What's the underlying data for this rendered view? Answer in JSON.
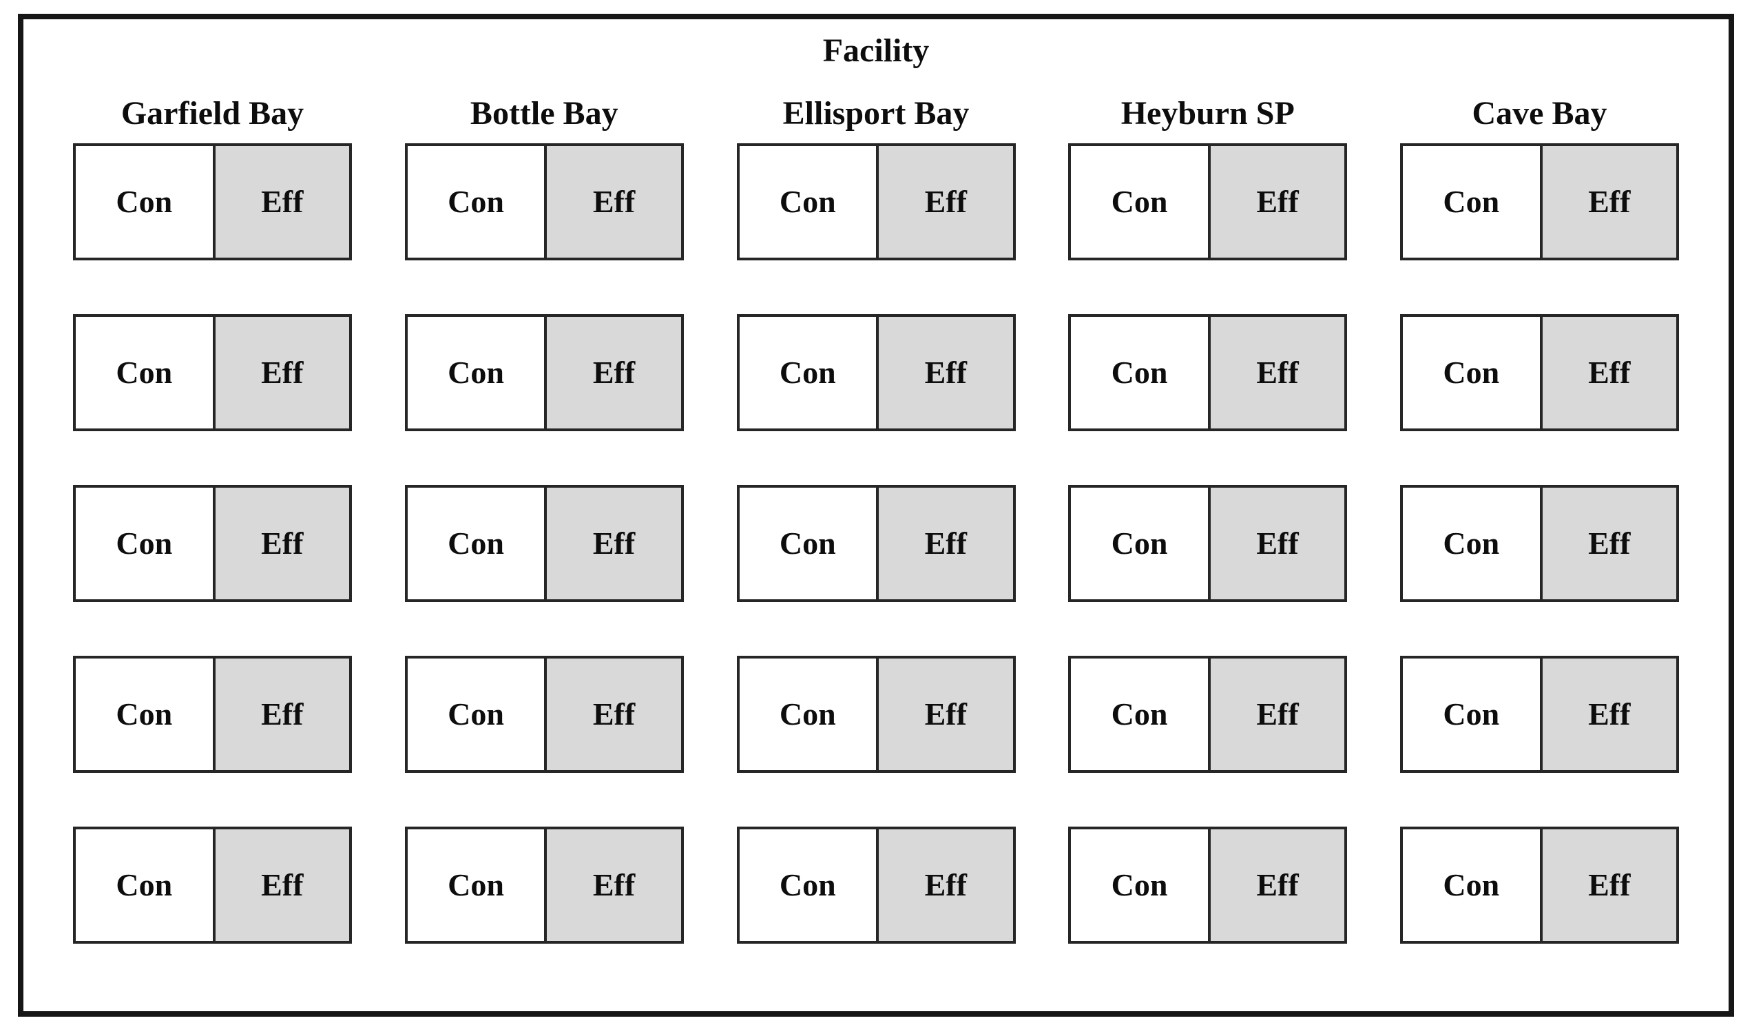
{
  "diagram": {
    "title": "Facility",
    "sites": [
      {
        "name": "Garfield Bay"
      },
      {
        "name": "Bottle Bay"
      },
      {
        "name": "Ellisport Bay"
      },
      {
        "name": "Heyburn SP"
      },
      {
        "name": "Cave Bay"
      }
    ],
    "units_per_site": 5,
    "unit_labels": {
      "control": "Con",
      "effluent": "Eff"
    },
    "colors": {
      "effluent_fill": "#d9d9d9",
      "control_fill": "#ffffff",
      "line": "#161616"
    }
  }
}
